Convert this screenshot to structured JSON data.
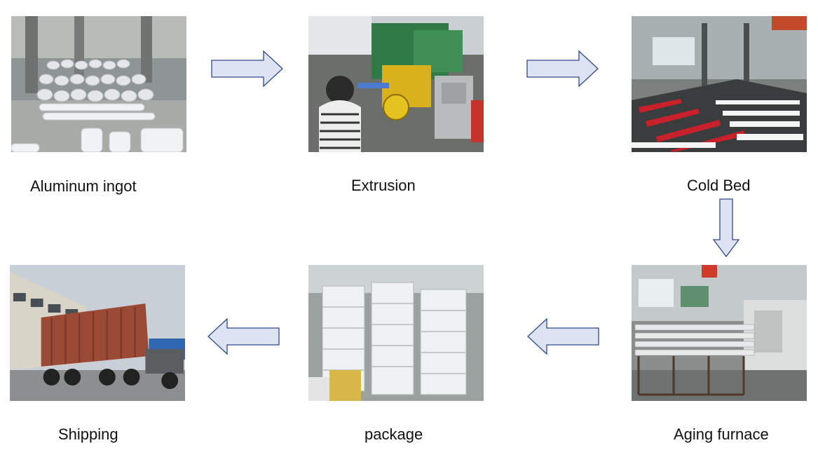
{
  "steps": [
    {
      "id": "aluminum-ingot",
      "label": "Aluminum ingot"
    },
    {
      "id": "extrusion",
      "label": "Extrusion"
    },
    {
      "id": "cold-bed",
      "label": "Cold Bed"
    },
    {
      "id": "aging-furnace",
      "label": "Aging furnace"
    },
    {
      "id": "package",
      "label": "package"
    },
    {
      "id": "shipping",
      "label": "Shipping"
    }
  ],
  "flow": [
    {
      "from": "aluminum-ingot",
      "to": "extrusion",
      "direction": "right"
    },
    {
      "from": "extrusion",
      "to": "cold-bed",
      "direction": "right"
    },
    {
      "from": "cold-bed",
      "to": "aging-furnace",
      "direction": "down"
    },
    {
      "from": "aging-furnace",
      "to": "package",
      "direction": "left"
    },
    {
      "from": "package",
      "to": "shipping",
      "direction": "left"
    }
  ],
  "colors": {
    "arrow_fill": "#dde3f2",
    "arrow_stroke": "#2f4a86",
    "label_text": "#111111",
    "background": "#ffffff"
  }
}
